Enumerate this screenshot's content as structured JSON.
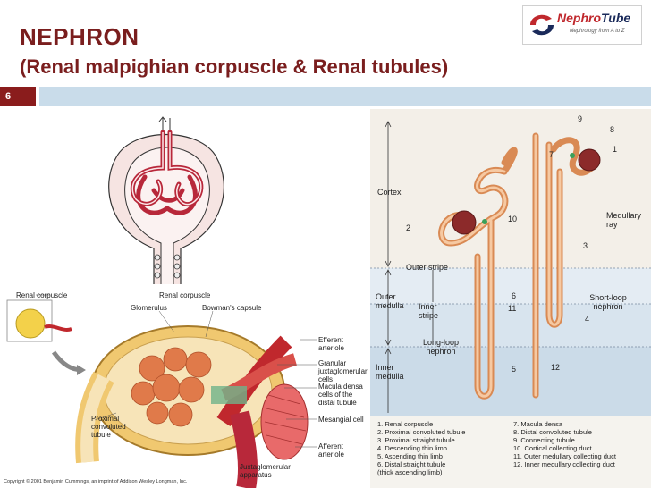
{
  "header": {
    "title": "NEPHRON",
    "subtitle": "(Renal malpighian corpuscle & Renal tubules)",
    "slide_number": "6"
  },
  "logo": {
    "brand_a": "Nephro",
    "brand_b": "Tube",
    "tagline": "Nephrology from A to Z"
  },
  "corpuscle_diagram": {
    "labels": {
      "renal_corpuscle_left": "Renal corpuscle",
      "renal_corpuscle_top": "Renal corpuscle",
      "glomerulus": "Glomerulus",
      "bowmans_capsule": "Bowman's capsule",
      "efferent_arteriole": "Efferent arteriole",
      "granular_jg_cells": "Granular juxtaglomerular cells",
      "macula_densa": "Macula densa cells of the distal tubule",
      "mesangial_cell": "Mesangial cell",
      "afferent_arteriole": "Afferent arteriole",
      "pct": "Proximal convoluted tubule",
      "jg_apparatus": "Juxtaglomerular apparatus"
    },
    "copyright": "Copyright © 2001 Benjamin Cummings, an imprint of Addison Wesley Longman, Inc."
  },
  "nephron_diagram": {
    "zones": {
      "cortex": "Cortex",
      "outer_stripe": "Outer stripe",
      "outer_medulla": "Outer medulla",
      "inner_stripe": "Inner stripe",
      "inner_medulla": "Inner medulla",
      "long_loop": "Long-loop nephron",
      "short_loop": "Short-loop nephron",
      "medullary_ray": "Medullary ray"
    },
    "legend_left": [
      "1.  Renal corpuscle",
      "2.  Proximal convoluted tubule",
      "3.  Proximal straight tubule",
      "4.  Descending thin limb",
      "5.  Ascending thin limb",
      "6.  Distal straight tubule",
      "     (thick ascending limb)"
    ],
    "legend_right": [
      "7.  Macula densa",
      "8.  Distal convoluted tubule",
      "9.  Connecting tubule",
      "10. Cortical collecting duct",
      "11. Outer medullary collecting duct",
      "12. Inner medullary collecting duct"
    ],
    "numbers": [
      "1",
      "2",
      "3",
      "4",
      "5",
      "6",
      "7",
      "8",
      "9",
      "10",
      "11",
      "12"
    ]
  },
  "colors": {
    "title": "#7a1e1e",
    "bar": "#c9dcea",
    "slide_num_bg": "#8a1c1c",
    "tubule": "#f2c9a0",
    "glomerulus": "#b8283a"
  }
}
